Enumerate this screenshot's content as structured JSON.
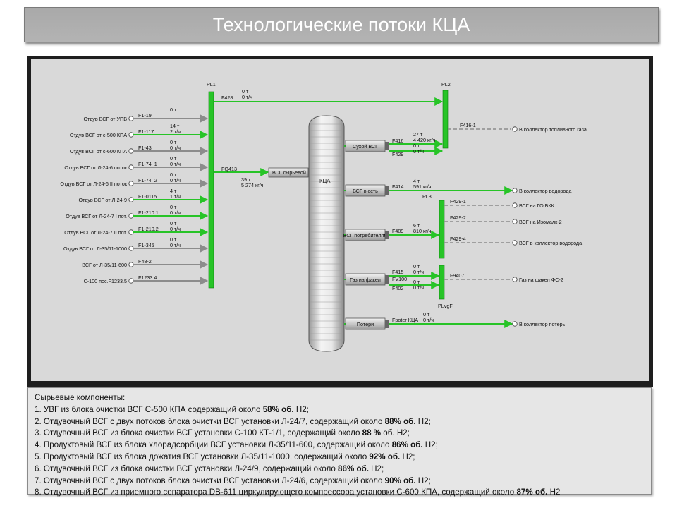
{
  "title": "Технологические потоки КЦА",
  "colors": {
    "green": "#27c427",
    "gray": "#8c8c8c",
    "panel": "#d9d9d9",
    "dark": "#1e1e1e"
  },
  "inputs": [
    {
      "label": "Отдув ВСГ от УПВ",
      "tag": "F1-19",
      "v1": "0 т",
      "v2": "",
      "active": false
    },
    {
      "label": "Отдув ВСГ от с-500 КПА",
      "tag": "F1-117",
      "v1": "14 т",
      "v2": "2 т/ч",
      "active": true
    },
    {
      "label": "Отдув ВСГ от с-600 КПА",
      "tag": "F1-43",
      "v1": "0 т",
      "v2": "0 т/ч",
      "active": false
    },
    {
      "label": "Отдув ВСГ от Л-24-6 поток",
      "tag": "F1-74_1",
      "v1": "0 т",
      "v2": "0 т/ч",
      "active": false
    },
    {
      "label": "Отдув ВСГ от Л-24-6 II поток",
      "tag": "F1-74_2",
      "v1": "0 т",
      "v2": "0 т/ч",
      "active": false
    },
    {
      "label": "Отдув ВСГ от Л-24-9",
      "tag": "F1-0115",
      "v1": "4 т",
      "v2": "1 т/ч",
      "active": true
    },
    {
      "label": "Отдув ВСГ от Л-24-7 I пот.",
      "tag": "F1-210.1",
      "v1": "0 т",
      "v2": "0 т/ч",
      "active": true
    },
    {
      "label": "Отдув ВСГ от Л-24-7 II пот.",
      "tag": "F1-210.2",
      "v1": "0 т",
      "v2": "0 т/ч",
      "active": true
    },
    {
      "label": "Отдув ВСГ от Л-35/11-1000",
      "tag": "F1-345",
      "v1": "0 т",
      "v2": "0 т/ч",
      "active": false
    },
    {
      "label": "ВСГ от Л-35/11-600",
      "tag": "F48-2",
      "v1": "",
      "v2": "",
      "active": false
    },
    {
      "label": "С-100 пос.F1233.5",
      "tag": "F1233.4",
      "v1": "",
      "v2": "",
      "active": false
    }
  ],
  "pl1_label": "PL1",
  "pl2_label": "PL2",
  "pl3_label": "PL3",
  "plvgf_label": "PLvgF",
  "f428": {
    "tag": "F428",
    "v1": "0 т",
    "v2": "0 т/ч"
  },
  "fq413": {
    "tag": "FQ413",
    "v1": "39 т",
    "v2": "5 274 кг/ч"
  },
  "feed_box": "ВСГ сырьевой",
  "column_label": "КЦА",
  "units": [
    {
      "label": "Сухой ВСГ",
      "tag1": "F416",
      "v1a": "27 т",
      "v1b": "4 420 кг/ч",
      "tag2": "F429",
      "v2a": "0 т",
      "v2b": "0 т/ч"
    },
    {
      "label": "ВСГ в сеть",
      "tag1": "F414",
      "v1a": "4 т",
      "v1b": "591 кг/ч"
    },
    {
      "label": "ВСГ потребителям",
      "tag1": "F409",
      "v1a": "6 т",
      "v1b": "810 кг/ч"
    },
    {
      "label": "Газ на факел",
      "tag1": "F415",
      "v1a": "0 т",
      "v1b": "0 т/ч",
      "tag2": "FV100",
      "tag3": "F402",
      "v3a": "0 т",
      "v3b": "0 т/ч"
    },
    {
      "label": "Потери",
      "tag1": "Fpoter КЦА",
      "v1a": "0 т",
      "v1b": "0 т/ч"
    }
  ],
  "f4161": "F416-1",
  "f4291": "F429-1",
  "f4292": "F429-2",
  "f4294": "F429-4",
  "f9407": "F9407",
  "outputs": [
    {
      "label": "В коллектор топливного газа",
      "active": false
    },
    {
      "label": "В коллектор водорода",
      "active": true
    },
    {
      "label": "ВСГ на ГО БКК",
      "active": false
    },
    {
      "label": "ВСГ на Изомалк-2",
      "active": false
    },
    {
      "label": "ВСГ в коллектор водорода",
      "active": false
    },
    {
      "label": "Газ на факел ФС-2",
      "active": false
    },
    {
      "label": "В коллектор потерь",
      "active": true
    }
  ],
  "legend": {
    "heading": "Сырьевые компоненты:",
    "items": [
      {
        "pre": "1. УВГ из блока очистки ВСГ С-500 КПА содержащий около ",
        "val": "58% об.",
        "post": " Н2;"
      },
      {
        "pre": "2. Отдувочный ВСГ с двух потоков блока очистки ВСГ установки Л-24/7, содержащий около ",
        "val": "88% об.",
        "post": " Н2;"
      },
      {
        "pre": "3. Отдувочный ВСГ из блока очистки ВСГ установки С-100 КТ-1/1, содержащий около ",
        "val": "88 %",
        "post": " об. Н2;"
      },
      {
        "pre": "4. Продуктовый ВСГ из блока хлорадсорбции ВСГ установки Л-35/11-600, содержащий около ",
        "val": "86% об.",
        "post": " Н2;"
      },
      {
        "pre": "5. Продуктовый ВСГ из блока дожатия ВСГ установки Л-35/11-1000, содержащий около ",
        "val": "92% об.",
        "post": " Н2;"
      },
      {
        "pre": "6. Отдувочный ВСГ из блока очистки ВСГ установки Л-24/9, содержащий около ",
        "val": "86% об.",
        "post": " Н2;"
      },
      {
        "pre": "7. Отдувочный ВСГ с двух потоков блока очистки ВСГ установки Л-24/6, содержащий около ",
        "val": "90% об.",
        "post": " Н2;"
      },
      {
        "pre": "8. Отдувочный ВСГ из приемного сепаратора DB-611 циркулирующего компрессора установки С-600 КПА, содержащий около ",
        "val": "87% об.",
        "post": " Н2"
      }
    ]
  }
}
